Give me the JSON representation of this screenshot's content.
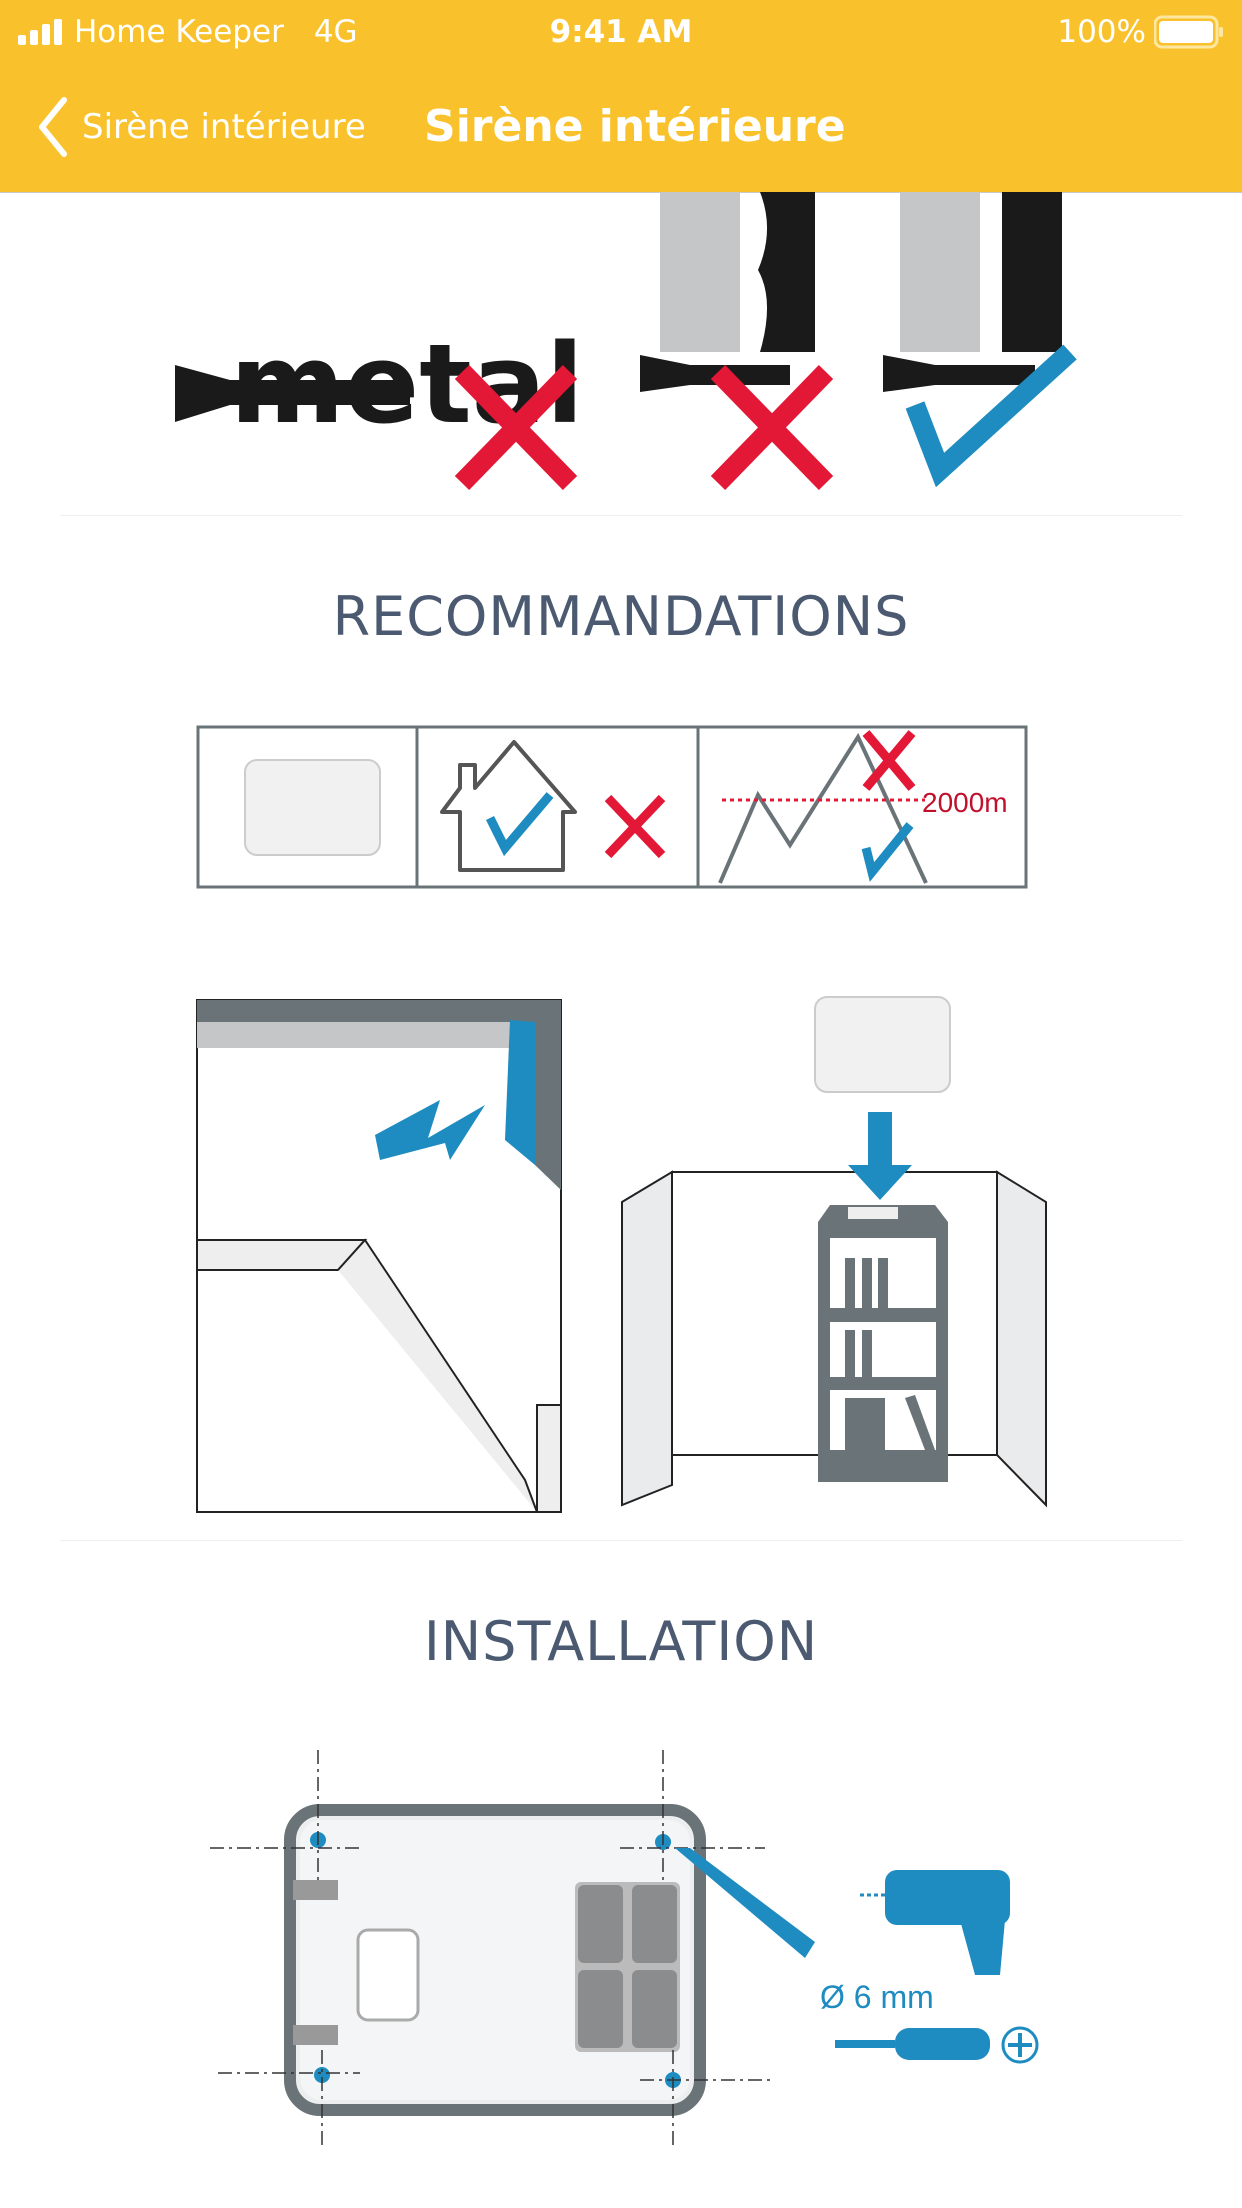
{
  "status_bar": {
    "carrier": "Home Keeper",
    "network": "4G",
    "time": "9:41 AM",
    "battery": "100%"
  },
  "nav": {
    "back_label": "Sirène intérieure",
    "title": "Sirène intérieure"
  },
  "illustration_top": {
    "metal_logo": "metal"
  },
  "sections": {
    "recommendations": {
      "title": "RECOMMANDATIONS",
      "altitude_label": "2000m"
    },
    "installation": {
      "title": "INSTALLATION",
      "drill_label": "Ø 6 mm"
    }
  },
  "colors": {
    "header": "#F9C22C",
    "accent_blue": "#1E8CC0",
    "cross_red": "#E31837",
    "gray": "#6A7377"
  }
}
